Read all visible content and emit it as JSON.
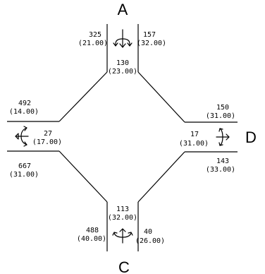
{
  "nodes": {
    "a": "A",
    "c": "C",
    "d": "D"
  },
  "north": {
    "left_main": "325",
    "left_sub": "(21.00)",
    "right_main": "157",
    "right_sub": "(32.00)",
    "center_main": "130",
    "center_sub": "(23.00)"
  },
  "west": {
    "top_main": "492",
    "top_sub": "(14.00)",
    "center_main": "27",
    "center_sub": "(17.00)",
    "bottom_main": "667",
    "bottom_sub": "(31.00)"
  },
  "east": {
    "top_main": "150",
    "top_sub": "(31.00)",
    "center_main": "17",
    "center_sub": "(31.00)",
    "bottom_main": "143",
    "bottom_sub": "(33.00)"
  },
  "south": {
    "center_main": "113",
    "center_sub": "(32.00)",
    "left_main": "488",
    "left_sub": "(40.00)",
    "right_main": "40",
    "right_sub": "(26.00)"
  },
  "icons": [
    "arrow-north-icon",
    "arrow-west-icon",
    "arrow-east-icon",
    "arrow-south-icon"
  ]
}
